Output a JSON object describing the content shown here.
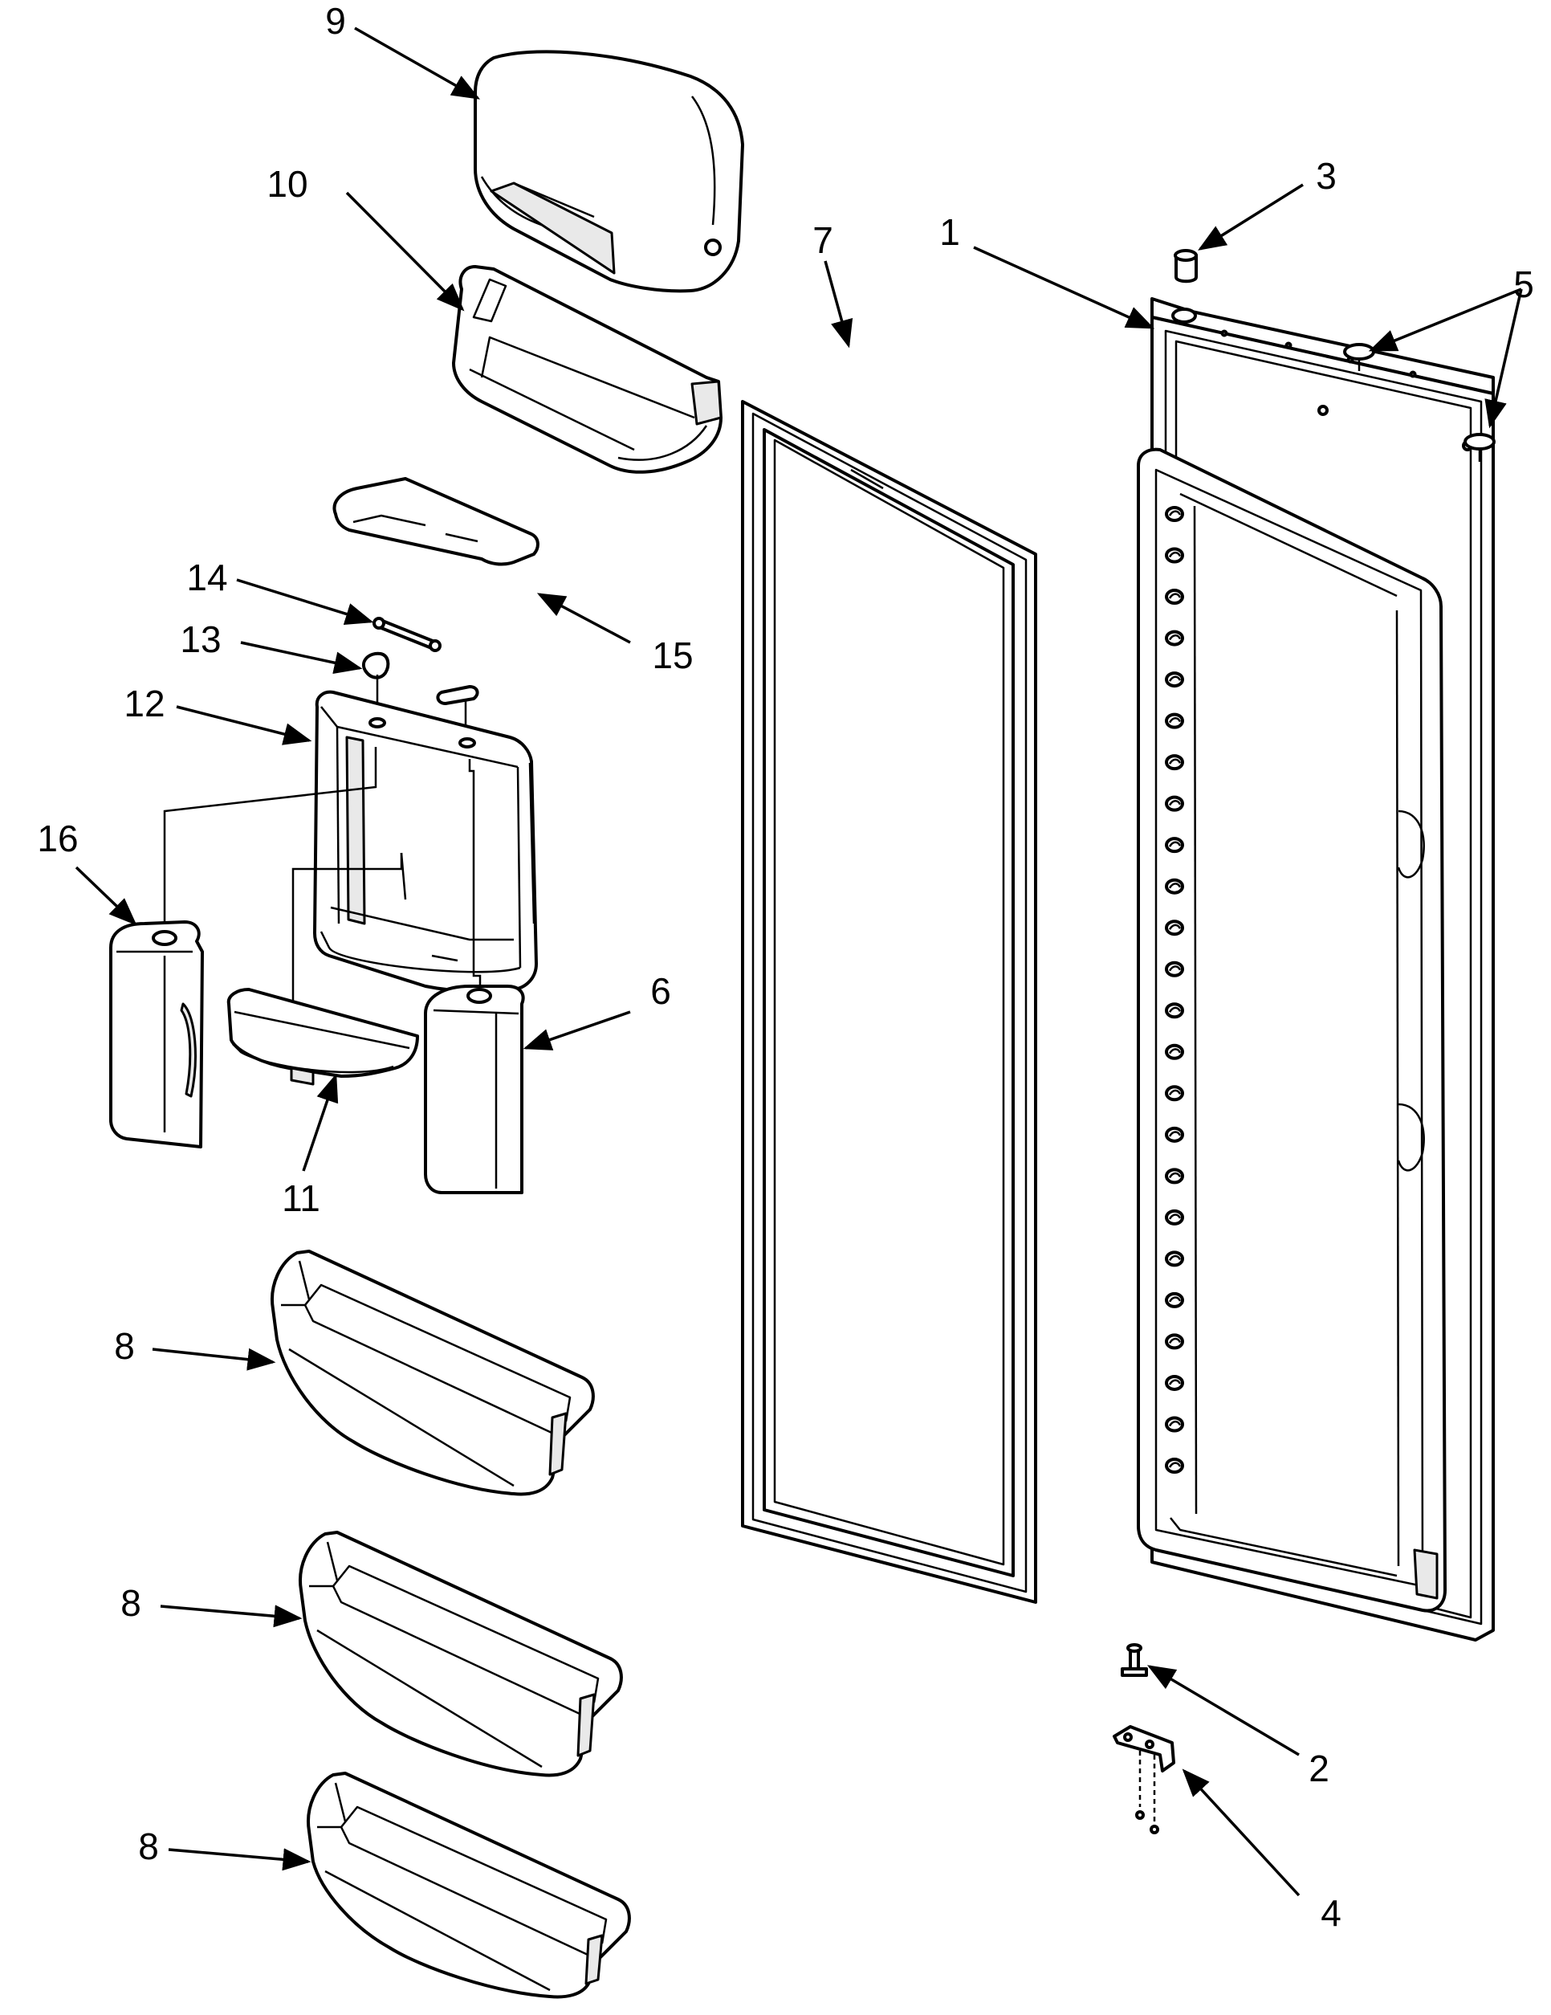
{
  "colors": {
    "background": "#ffffff",
    "line": "#000000",
    "shade": "#e9e9e9"
  },
  "callouts": [
    {
      "id": "c1",
      "label": "1"
    },
    {
      "id": "c2",
      "label": "2"
    },
    {
      "id": "c3",
      "label": "3"
    },
    {
      "id": "c4",
      "label": "4"
    },
    {
      "id": "c5",
      "label": "5"
    },
    {
      "id": "c6",
      "label": "6"
    },
    {
      "id": "c7",
      "label": "7"
    },
    {
      "id": "c8a",
      "label": "8"
    },
    {
      "id": "c8b",
      "label": "8"
    },
    {
      "id": "c8c",
      "label": "8"
    },
    {
      "id": "c9",
      "label": "9"
    },
    {
      "id": "c10",
      "label": "10"
    },
    {
      "id": "c11",
      "label": "11"
    },
    {
      "id": "c12",
      "label": "12"
    },
    {
      "id": "c13",
      "label": "13"
    },
    {
      "id": "c14",
      "label": "14"
    },
    {
      "id": "c15",
      "label": "15"
    },
    {
      "id": "c16",
      "label": "16"
    }
  ]
}
